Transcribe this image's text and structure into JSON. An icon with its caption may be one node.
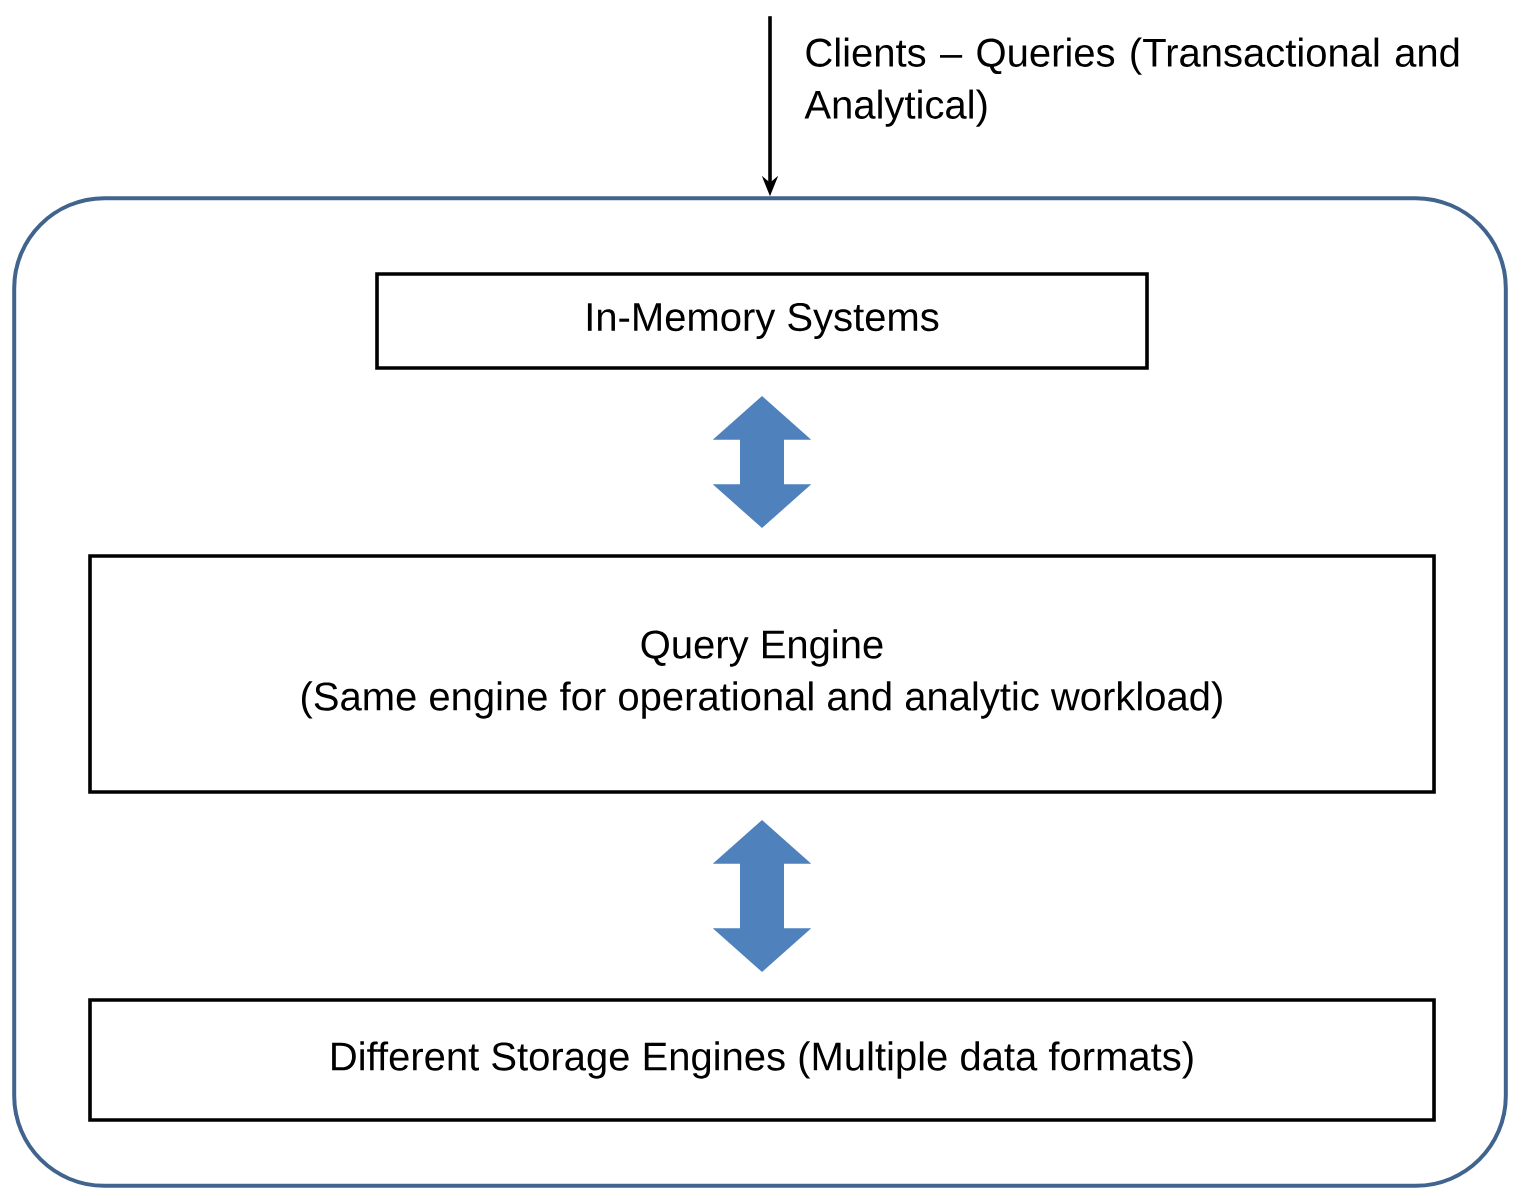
{
  "diagram": {
    "nodes": [
      {
        "text": [],
        "shape": "box"
      },
      {
        "text": [
          "In-Memory Systems"
        ],
        "in": 0
      },
      {
        "text": [
          "Query Engine",
          "(Same engine for operational and analytic workload)"
        ],
        "in": 0
      },
      {
        "text": [
          "Different Storage Engines  (Multiple data formats)"
        ],
        "in": 0
      }
    ],
    "edges": [
      {
        "from": null,
        "to": 0,
        "arrow": "to",
        "label": "Clients – Queries (Transactional and Analytical)",
        "color": "#000000"
      },
      {
        "from": 1,
        "to": 2,
        "arrow": "both"
      },
      {
        "from": 2,
        "to": 3,
        "arrow": "both"
      }
    ]
  }
}
